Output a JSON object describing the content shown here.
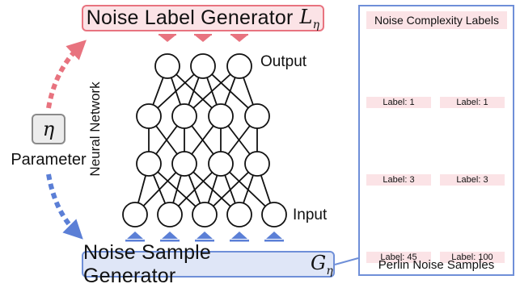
{
  "label_generator": {
    "title": "Noise Label Generator",
    "symbol": "L",
    "subscript": "η"
  },
  "sample_generator": {
    "title": "Noise Sample Generator",
    "symbol": "G",
    "subscript": "η"
  },
  "parameter": {
    "symbol": "η",
    "label": "Parameter"
  },
  "network": {
    "label": "Neural Network",
    "output_label": "Output",
    "input_label": "Input"
  },
  "panel": {
    "title": "Noise Complexity Labels",
    "footer": "Perlin Noise Samples",
    "samples": [
      {
        "label": "Label: 1"
      },
      {
        "label": "Label: 1"
      },
      {
        "label": "Label: 3"
      },
      {
        "label": "Label: 3"
      },
      {
        "label": "Label: 45"
      },
      {
        "label": "Label: 100"
      }
    ]
  },
  "colors": {
    "label_accent": "#e8737f",
    "label_fill": "#fbe3e6",
    "sample_accent": "#6f8fd8",
    "sample_fill": "#dfe6f7",
    "arrow_red": "#e8737f",
    "arrow_blue": "#5b7fd6"
  }
}
